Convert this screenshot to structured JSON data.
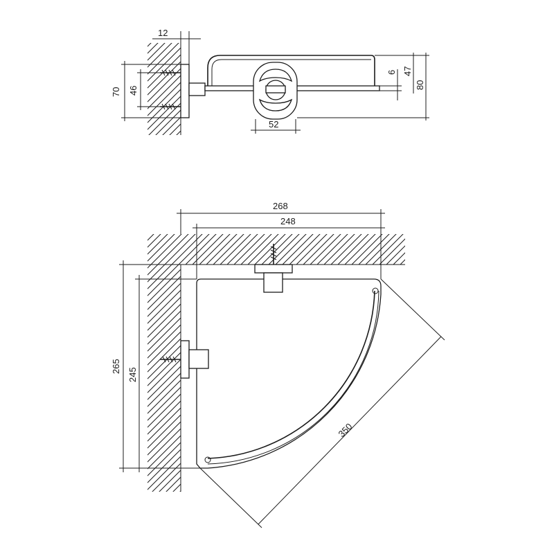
{
  "colors": {
    "line": "#1a1a1a",
    "background": "#ffffff"
  },
  "side_view": {
    "dims": {
      "plate_thickness": "12",
      "height_70": "70",
      "screw_spacing": "46",
      "clip_width": "52",
      "glass_6": "6",
      "height_47": "47",
      "total_80": "80"
    }
  },
  "top_view": {
    "dims": {
      "width_outer": "268",
      "width_inner": "248",
      "height_outer": "265",
      "height_inner": "245",
      "diagonal": "350"
    }
  }
}
